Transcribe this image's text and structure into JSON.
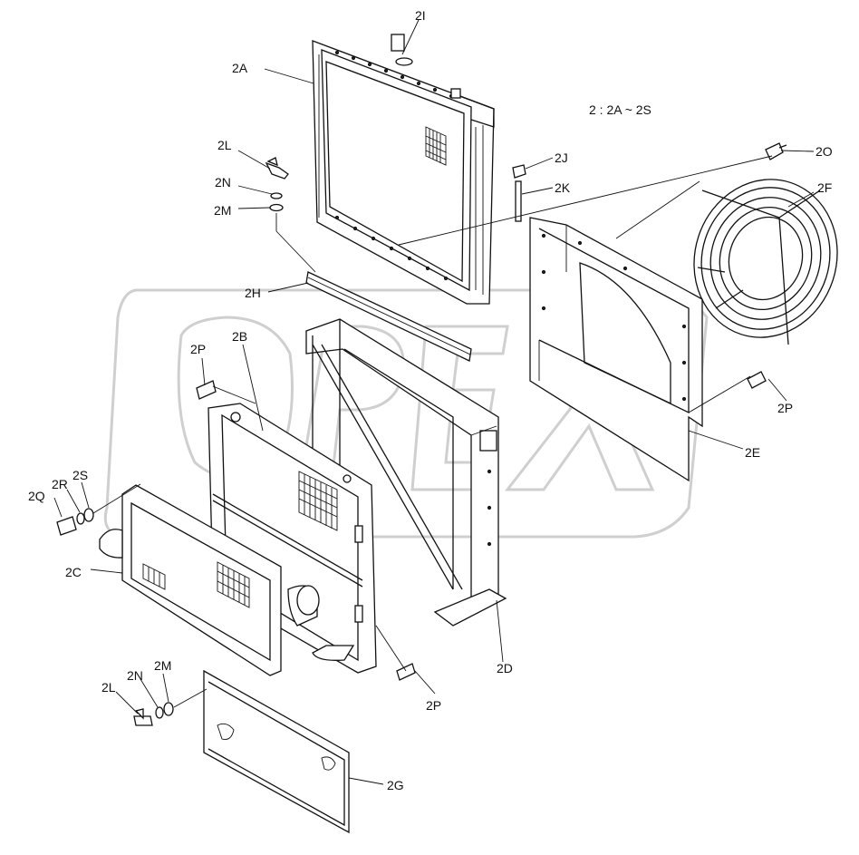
{
  "legend_note": "2 : 2A ~ 2S",
  "watermark": "OPEX",
  "callouts": {
    "c2I": "2I",
    "c2A": "2A",
    "c2L_top": "2L",
    "c2N_top": "2N",
    "c2M_top": "2M",
    "c2J": "2J",
    "c2K": "2K",
    "c2O": "2O",
    "c2F": "2F",
    "c2H": "2H",
    "c2B": "2B",
    "c2P_left": "2P",
    "c2P_right": "2P",
    "c2P_bottom": "2P",
    "c2E": "2E",
    "c2S": "2S",
    "c2R": "2R",
    "c2Q": "2Q",
    "c2C": "2C",
    "c2D": "2D",
    "c2L_bottom": "2L",
    "c2N_bottom": "2N",
    "c2M_bottom": "2M",
    "c2G": "2G"
  }
}
